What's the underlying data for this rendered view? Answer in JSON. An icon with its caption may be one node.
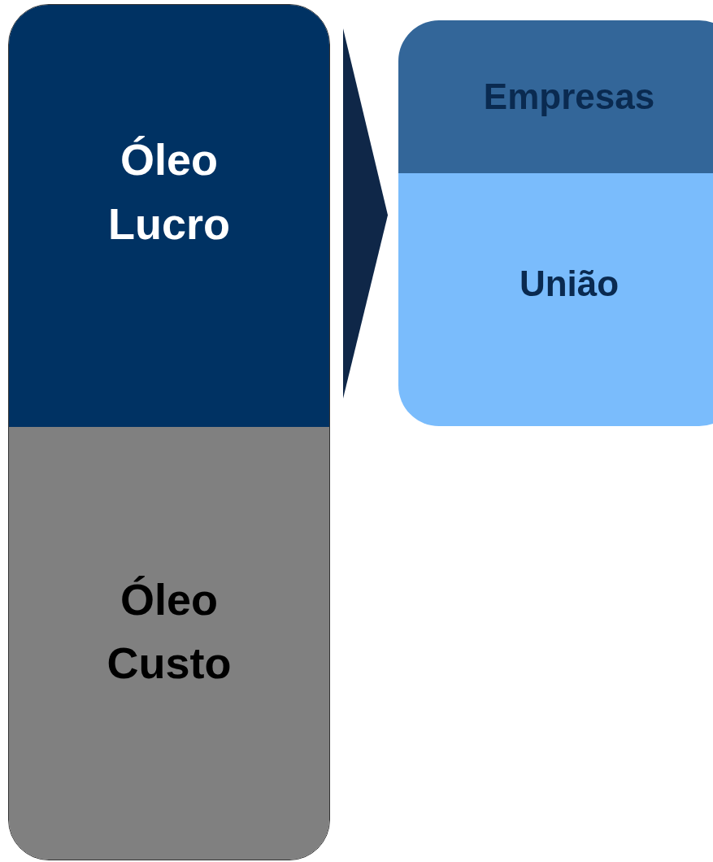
{
  "diagram": {
    "nodes": [
      {
        "text": [],
        "shape": "box"
      },
      {
        "text": [
          "Óleo Lucro"
        ],
        "in": 0
      },
      {
        "text": [
          "Óleo Custo"
        ],
        "in": 0
      },
      {
        "text": [],
        "shape": "box"
      },
      {
        "text": [
          "Empresas"
        ],
        "in": 3
      },
      {
        "text": [
          "União"
        ],
        "in": 3
      }
    ],
    "edges": [
      {
        "from": 1,
        "to": 3,
        "arrow": "to"
      }
    ]
  }
}
